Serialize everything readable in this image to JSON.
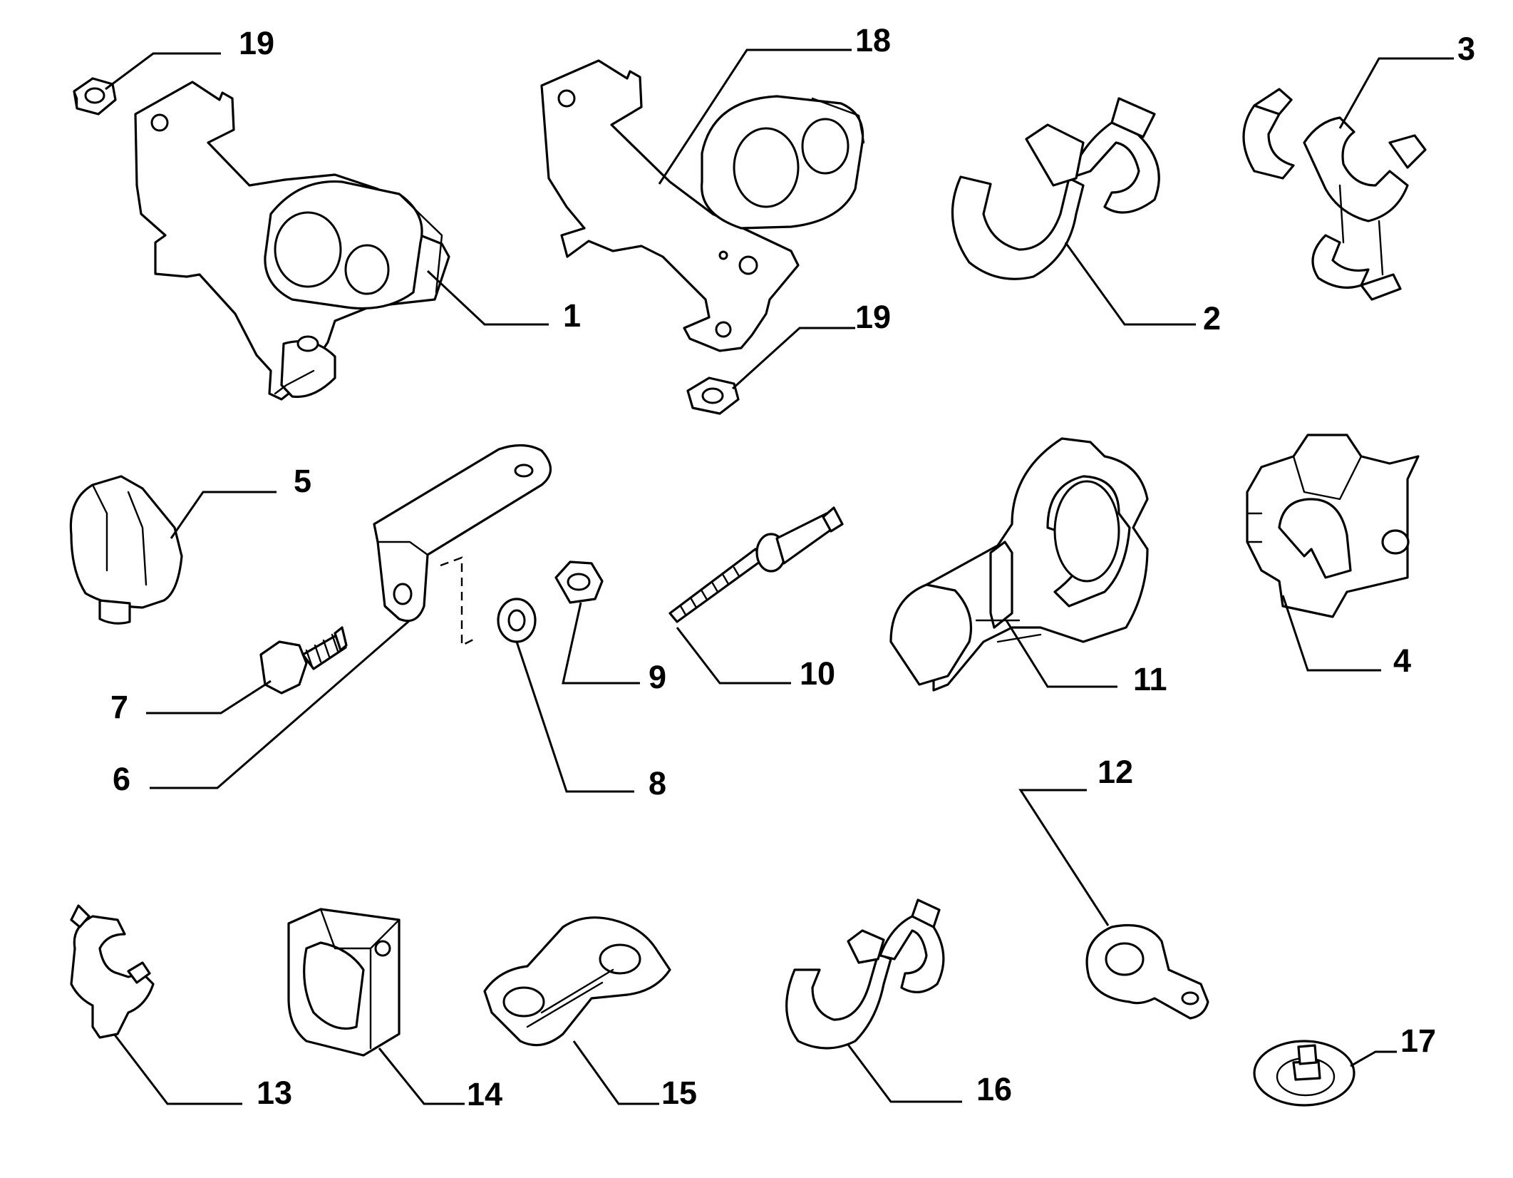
{
  "callouts": [
    {
      "id": "c19a",
      "label": "19"
    },
    {
      "id": "c18",
      "label": "18"
    },
    {
      "id": "c3",
      "label": "3"
    },
    {
      "id": "c1",
      "label": "1"
    },
    {
      "id": "c2",
      "label": "2"
    },
    {
      "id": "c19b",
      "label": "19"
    },
    {
      "id": "c5",
      "label": "5"
    },
    {
      "id": "c7",
      "label": "7"
    },
    {
      "id": "c6",
      "label": "6"
    },
    {
      "id": "c8",
      "label": "8"
    },
    {
      "id": "c9",
      "label": "9"
    },
    {
      "id": "c10",
      "label": "10"
    },
    {
      "id": "c11",
      "label": "11"
    },
    {
      "id": "c4",
      "label": "4"
    },
    {
      "id": "c12",
      "label": "12"
    },
    {
      "id": "c13",
      "label": "13"
    },
    {
      "id": "c14",
      "label": "14"
    },
    {
      "id": "c15",
      "label": "15"
    },
    {
      "id": "c16",
      "label": "16"
    },
    {
      "id": "c17",
      "label": "17"
    }
  ]
}
